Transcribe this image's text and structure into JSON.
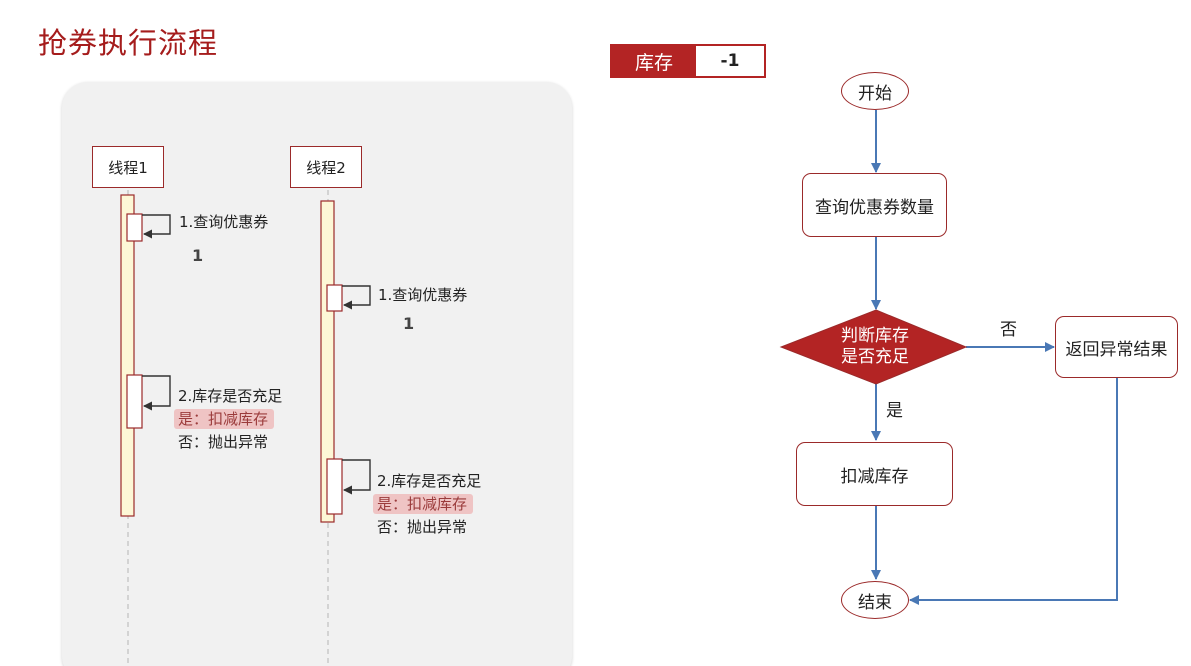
{
  "title": "抢券执行流程",
  "stock": {
    "label": "库存",
    "value": "-1"
  },
  "sequence": {
    "threads": [
      {
        "name": "线程1",
        "query_label": "1.查询优惠券",
        "query_result": "1",
        "check_label": "2.库存是否充足",
        "yes_text": "是：扣减库存",
        "no_text": "否：抛出异常"
      },
      {
        "name": "线程2",
        "query_label": "1.查询优惠券",
        "query_result": "1",
        "check_label": "2.库存是否充足",
        "yes_text": "是：扣减库存",
        "no_text": "否：抛出异常"
      }
    ]
  },
  "flowchart": {
    "start": "开始",
    "query": "查询优惠券数量",
    "decision_line1": "判断库存",
    "decision_line2": "是否充足",
    "no_label": "否",
    "yes_label": "是",
    "error_result": "返回异常结果",
    "deduct": "扣减库存",
    "end": "结束"
  },
  "colors": {
    "title": "#a51c1c",
    "accent": "#b32424",
    "arrow": "#4a78b5",
    "lifeline_fill": "#fdf7d6"
  }
}
